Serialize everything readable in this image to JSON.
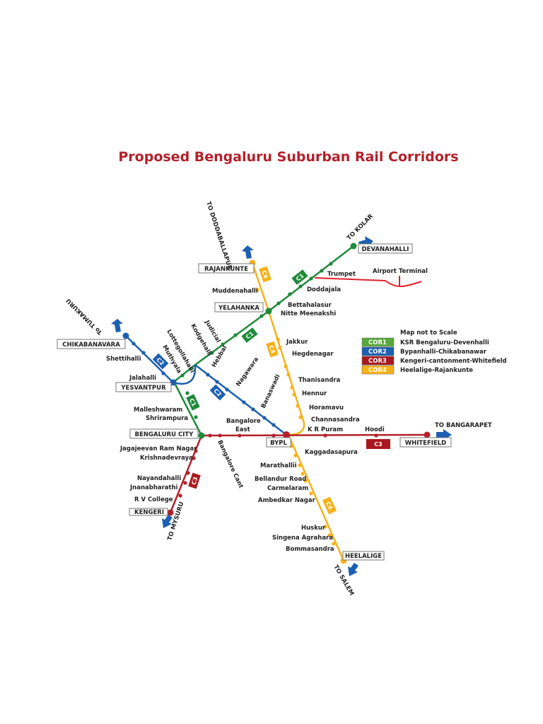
{
  "title": "Proposed Bengaluru Suburban Rail Corridors",
  "colors": {
    "c1": "#1f8a3a",
    "c2": "#1d5fb0",
    "c3": "#b3202a",
    "c4": "#f5b21a",
    "arrow": "#1d5fb0",
    "title": "#b3202a"
  },
  "terminals": {
    "rajankunte": "RAJANKUNTE",
    "devanahalli": "DEVANAHALLI",
    "yelahanka": "YELAHANKA",
    "chikabanavara": "CHIKABANAVARA",
    "yesvantpur": "YESVANTPUR",
    "bengaluru_city": "BENGALURU CITY",
    "bypl": "BYPL",
    "whitefield": "WHITEFIELD",
    "kengeri": "KENGERI",
    "heelalige": "HEELALIGE"
  },
  "directions": {
    "doddaballapur": "TO DODDABALLAPUR",
    "kolar": "TO KOLAR",
    "tumakuru": "To TUMAKURU",
    "bangarapet": "TO BANGARAPET",
    "mysuru": "TO MYSURU",
    "salem": "TO SALEM"
  },
  "stations": {
    "muddenahalli": "Muddenahalli",
    "trumpet": "Trumpet",
    "airport": "Airport Terminal",
    "doddajala": "Doddajala",
    "bettahalasur": "Bettahalasur",
    "nitte": "Nitte Meenakshi",
    "jakkur": "Jakkur",
    "hegdenagar": "Hegdenagar",
    "thanisandra": "Thanisandra",
    "hennur": "Hennur",
    "horamavu": "Horamavu",
    "channasandra": "Channasandra",
    "krpuram": "K R Puram",
    "hoodi": "Hoodi",
    "kaggadasapura": "Kaggadasapura",
    "marathalli": "Marathallii",
    "bellandur": "Bellandur Road",
    "carmelaram": "Carmelaram",
    "ambedkar": "Ambedkar Nagar",
    "huskur": "Huskur",
    "singena": "Singena Agrahara",
    "bommasandra": "Bommasandra",
    "shettihalli": "Shettihalli",
    "jalahalli": "Jalahalli",
    "lottegollahalli": "Lottegollahalli",
    "muthyala": "Muthyala",
    "kodgehalli": "Kodgehalli",
    "judicial": "Judicial",
    "hebbal": "Hebbal",
    "nagawara": "Nagawara",
    "banaswadi": "Banaswadi",
    "malleshwaram": "Malleshwaram",
    "shrirampura": "Shrirampura",
    "bangalore_east_1": "Bangalore",
    "bangalore_east_2": "East",
    "bangalore_cant": "Bangalore Cant",
    "jagajeevan": "Jagajeevan Ram Nagar",
    "krishnadevraya": "Krishnadevraya",
    "nayandahalli": "Nayandahalli",
    "jnanabharathi": "Jnanabharathi",
    "rvcollege": "R V College"
  },
  "badges": {
    "c1": "C1",
    "c2": "C2",
    "c3": "C3",
    "c4": "C4"
  },
  "legend": {
    "note": "Map not to Scale",
    "items": [
      {
        "code": "COR1",
        "name": "KSR Bengaluru-Devenhalli",
        "color": "#5aa83c"
      },
      {
        "code": "COR2",
        "name": "Bypanhalli-Chikabanawar",
        "color": "#1d5fb0"
      },
      {
        "code": "COR3",
        "name": "Kengeri-cantonment-Whitefield",
        "color": "#a8191f"
      },
      {
        "code": "COR4",
        "name": "Heelalige-Rajankunte",
        "color": "#f5b21a"
      }
    ]
  }
}
